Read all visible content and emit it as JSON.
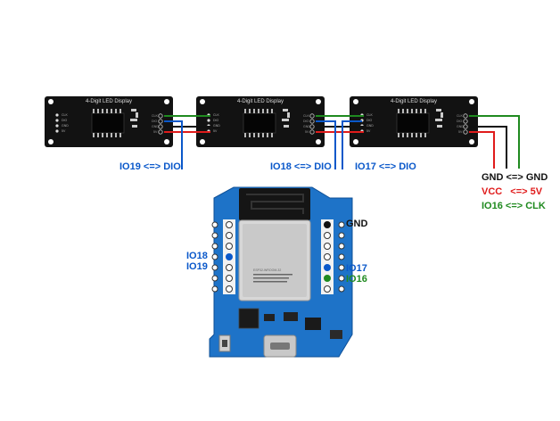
{
  "colors": {
    "blue": "#0a58ca",
    "black": "#111111",
    "red": "#e01b1b",
    "green": "#1f8a1f",
    "module_body": "#111111",
    "board_blue": "#1e73c8"
  },
  "displays": [
    {
      "title": "4-Digit LED Display",
      "pins": [
        "CLK",
        "DIO",
        "GND",
        "5V"
      ]
    },
    {
      "title": "4-Digit LED Display",
      "pins": [
        "CLK",
        "DIO",
        "GND",
        "5V"
      ]
    },
    {
      "title": "4-Digit LED Display",
      "pins": [
        "CLK",
        "DIO",
        "GND",
        "5V"
      ]
    }
  ],
  "labels": {
    "io19_dio": "IO19 <=> DIO",
    "io18_dio": "IO18 <=> DIO",
    "io17_dio": "IO17 <=> DIO",
    "gnd_gnd": "GND <=> GND",
    "vcc_5v_left": "VCC",
    "vcc_5v_right": "<=> 5V",
    "io16_clk": "IO16 <=> CLK"
  },
  "board": {
    "pin_gnd": "GND",
    "pin_io18": "IO18",
    "pin_io19": "IO19",
    "pin_io17": "IO17",
    "pin_io16": "IO16",
    "module_text": "ESP32-WROOM-32"
  }
}
